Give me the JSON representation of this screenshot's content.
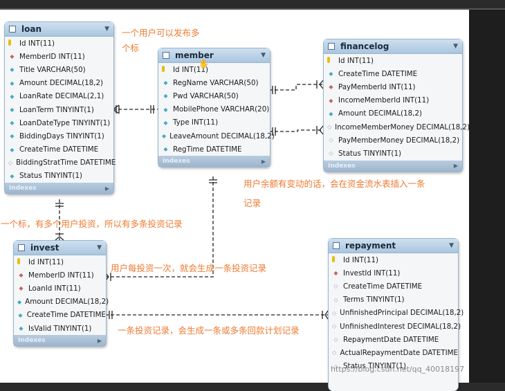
{
  "tables": {
    "loan": {
      "name": "loan",
      "footer": "Indexes",
      "columns": [
        {
          "text": "Id INT(11)",
          "marker": "pk"
        },
        {
          "text": "MemberID INT(11)",
          "marker": "fk"
        },
        {
          "text": "Title VARCHAR(50)",
          "marker": "nn"
        },
        {
          "text": "Amount DECIMAL(18,2)",
          "marker": "nn"
        },
        {
          "text": "LoanRate DECIMAL(2,1)",
          "marker": "nn"
        },
        {
          "text": "LoanTerm TINYINT(1)",
          "marker": "nn"
        },
        {
          "text": "LoanDateType TINYINT(1)",
          "marker": "nn"
        },
        {
          "text": "BiddingDays TINYINT(1)",
          "marker": "nn"
        },
        {
          "text": "CreateTime DATETIME",
          "marker": "nn"
        },
        {
          "text": "BiddingStratTime DATETIME",
          "marker": "nl"
        },
        {
          "text": "Status TINYINT(1)",
          "marker": "nn"
        }
      ]
    },
    "member": {
      "name": "member",
      "footer": "Indexes",
      "columns": [
        {
          "text": "Id INT(11)",
          "marker": "pk"
        },
        {
          "text": "RegName VARCHAR(50)",
          "marker": "nn"
        },
        {
          "text": "Pwd VARCHAR(50)",
          "marker": "nn"
        },
        {
          "text": "MobilePhone VARCHAR(20)",
          "marker": "nn"
        },
        {
          "text": "Type INT(11)",
          "marker": "nn"
        },
        {
          "text": "LeaveAmount DECIMAL(18,2)",
          "marker": "nn"
        },
        {
          "text": "RegTime DATETIME",
          "marker": "nn"
        }
      ]
    },
    "financelog": {
      "name": "financelog",
      "footer": "Indexes",
      "columns": [
        {
          "text": "Id INT(11)",
          "marker": "pk"
        },
        {
          "text": "CreateTime DATETIME",
          "marker": "nn"
        },
        {
          "text": "PayMemberId INT(11)",
          "marker": "fk"
        },
        {
          "text": "IncomeMemberId INT(11)",
          "marker": "fk"
        },
        {
          "text": "Amount DECIMAL(18,2)",
          "marker": "nn"
        },
        {
          "text": "IncomeMemberMoney DECIMAL(18,2)",
          "marker": "nl"
        },
        {
          "text": "PayMemberMoney DECIMAL(18,2)",
          "marker": "nl"
        },
        {
          "text": "Status TINYINT(1)",
          "marker": "nl"
        }
      ]
    },
    "invest": {
      "name": "invest",
      "footer": "Indexes",
      "columns": [
        {
          "text": "Id INT(11)",
          "marker": "pk"
        },
        {
          "text": "MemberID INT(11)",
          "marker": "fk"
        },
        {
          "text": "LoanId INT(11)",
          "marker": "fk"
        },
        {
          "text": "Amount DECIMAL(18,2)",
          "marker": "nn"
        },
        {
          "text": "CreateTime DATETIME",
          "marker": "nn"
        },
        {
          "text": "IsValid TINYINT(1)",
          "marker": "nn"
        }
      ]
    },
    "repayment": {
      "name": "repayment",
      "columns": [
        {
          "text": "Id INT(11)",
          "marker": "pk"
        },
        {
          "text": "InvestId INT(11)",
          "marker": "fk"
        },
        {
          "text": "CreateTime DATETIME",
          "marker": "nl"
        },
        {
          "text": "Terms TINYINT(1)",
          "marker": "nl"
        },
        {
          "text": "UnfinishedPrincipal DECIMAL(18,2)",
          "marker": "nl"
        },
        {
          "text": "UnfinishedInterest DECIMAL(18,2)",
          "marker": "nl"
        },
        {
          "text": "RepaymentDate DATETIME",
          "marker": "nl"
        },
        {
          "text": "ActualRepaymentDate DATETIME",
          "marker": "nl"
        },
        {
          "text": "Status TINYINT(1)",
          "marker": "nl"
        }
      ]
    }
  },
  "notes": {
    "member_loans_1": "一个用户可以发布多",
    "member_loans_2": "个标",
    "balance_log_1": "用户余额有变动的话，会在资金流水表插入一条",
    "balance_log_2": "记录",
    "loan_invests": "一个标，有多个用户投资，所以有多条投资记录",
    "member_invest": "用户每投资一次，就会生成一条投资记录",
    "invest_repayment": "一条投资记录，会生成一条或多条回款计划记录"
  },
  "watermark": "https://blog.csdn.net/qq_40018197"
}
